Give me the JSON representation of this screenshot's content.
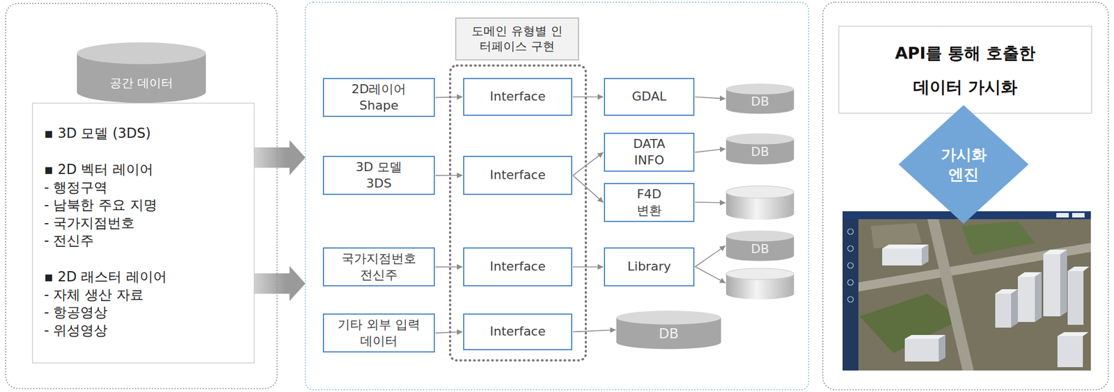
{
  "diagram": {
    "nodes": [
      {
        "text": [
          "공간 데이터"
        ]
      },
      {
        "text": [
          "▪ 3D 모델 (3DS)",
          "▪ 2D 벡터 레이어",
          "- 행정구역",
          "- 남북한 주요 지명",
          "- 국가지점번호",
          "- 전신주",
          "▪ 2D 래스터 레이어",
          "- 자체 생산 자료",
          "- 항공영상",
          "- 위성영상"
        ]
      },
      {
        "text": [
          "도메인 유형별 인터페이스 구현"
        ]
      },
      {
        "text": [
          "2D레이어 Shape"
        ]
      },
      {
        "text": [
          "Interface"
        ]
      },
      {
        "text": [
          "GDAL"
        ]
      },
      {
        "text": [
          "DB"
        ]
      },
      {
        "text": [
          "3D 모델 3DS"
        ]
      },
      {
        "text": [
          "Interface"
        ]
      },
      {
        "text": [
          "DATA INFO"
        ]
      },
      {
        "text": [
          "DB"
        ]
      },
      {
        "text": [
          "F4D 변환"
        ]
      },
      {
        "text": [
          "국가지점번호 전신주"
        ]
      },
      {
        "text": [
          "Interface"
        ]
      },
      {
        "text": [
          "Library"
        ]
      },
      {
        "text": [
          "DB"
        ]
      },
      {
        "text": [
          "기타 외부 입력 데이터"
        ]
      },
      {
        "text": [
          "Interface"
        ]
      },
      {
        "text": [
          "DB"
        ]
      },
      {
        "text": [
          "API를 통해 호출한 데이터 가시화"
        ]
      },
      {
        "text": [
          "가시화 엔진"
        ]
      }
    ],
    "edges": [
      {
        "from": 3,
        "to": 4,
        "arrow": "to"
      },
      {
        "from": 4,
        "to": 5,
        "arrow": "to"
      },
      {
        "from": 5,
        "to": 6,
        "arrow": "to"
      },
      {
        "from": 7,
        "to": 8,
        "arrow": "to"
      },
      {
        "from": 8,
        "to": 9,
        "arrow": "to"
      },
      {
        "from": 8,
        "to": 11,
        "arrow": "to"
      },
      {
        "from": 9,
        "to": 10,
        "arrow": "to"
      },
      {
        "from": 12,
        "to": 13,
        "arrow": "to"
      },
      {
        "from": 13,
        "to": 14,
        "arrow": "to"
      },
      {
        "from": 14,
        "to": 15,
        "arrow": "to"
      },
      {
        "from": 16,
        "to": 17,
        "arrow": "to"
      },
      {
        "from": 17,
        "to": 18,
        "arrow": "to"
      }
    ]
  }
}
